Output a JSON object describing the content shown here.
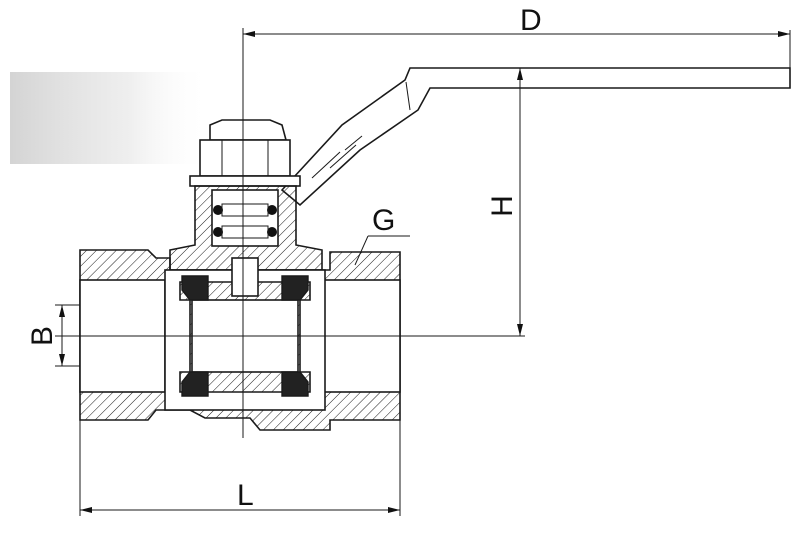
{
  "dimensions": {
    "D": "D",
    "H": "H",
    "G": "G",
    "B": "B",
    "L": "L"
  },
  "colors": {
    "line": "#1a1a1a",
    "background": "#ffffff",
    "seat_fill": "#222222",
    "shadow": "#d9d9d9"
  }
}
